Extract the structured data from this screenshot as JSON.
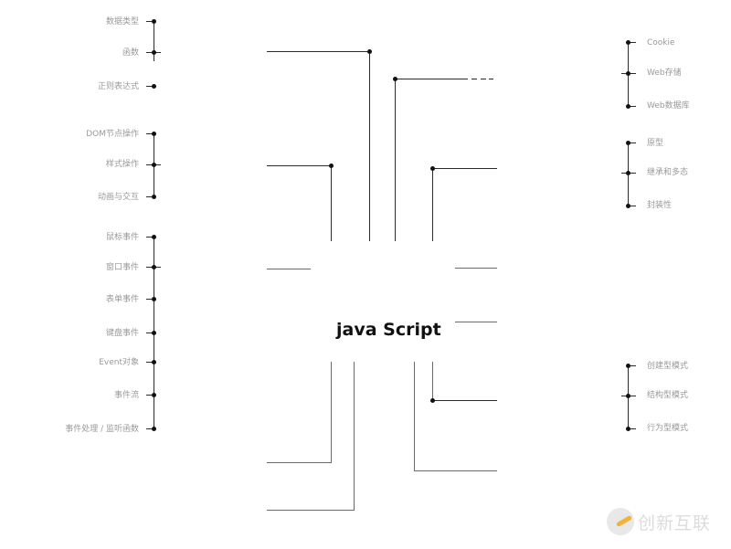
{
  "center": {
    "title": "java Script"
  },
  "left_groups": [
    {
      "items": [
        "数据类型",
        "函数",
        "正则表达式"
      ]
    },
    {
      "items": [
        "DOM节点操作",
        "样式操作",
        "动画与交互"
      ]
    },
    {
      "items": [
        "鼠标事件",
        "窗口事件",
        "表单事件",
        "键盘事件",
        "Event对象",
        "事件流",
        "事件处理 / 监听函数"
      ]
    }
  ],
  "right_groups": [
    {
      "items": [
        "Cookie",
        "Web存储",
        "Web数据库"
      ]
    },
    {
      "items": [
        "原型",
        "继承和多态",
        "封装性"
      ]
    },
    {
      "items": [
        "创建型模式",
        "结构型模式",
        "行为型模式"
      ]
    }
  ],
  "watermark": {
    "text": "创新互联"
  }
}
